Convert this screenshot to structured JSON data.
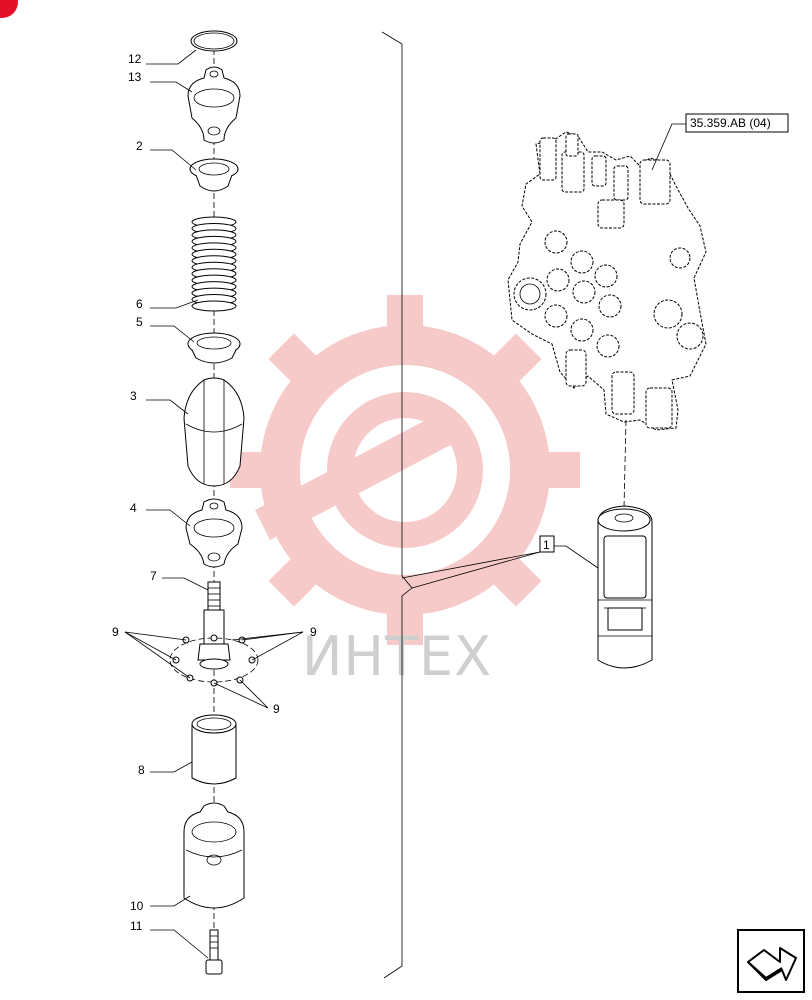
{
  "diagram": {
    "watermark": "ИНТЕХ",
    "ref_code": "35.359.AB (04)",
    "callouts": {
      "c12": "12",
      "c13": "13",
      "c2": "2",
      "c6": "6",
      "c5": "5",
      "c3": "3",
      "c4": "4",
      "c7": "7",
      "c9a": "9",
      "c9b": "9",
      "c9c": "9",
      "c8": "8",
      "c10": "10",
      "c11": "11",
      "c1": "1"
    },
    "colors": {
      "watermark": "#f1a0a0",
      "corner_badge": "#e3102a",
      "line": "#000000"
    },
    "icons": [
      "corner-badge-icon",
      "nav-arrow-icon",
      "watermark-gear-icon"
    ]
  }
}
